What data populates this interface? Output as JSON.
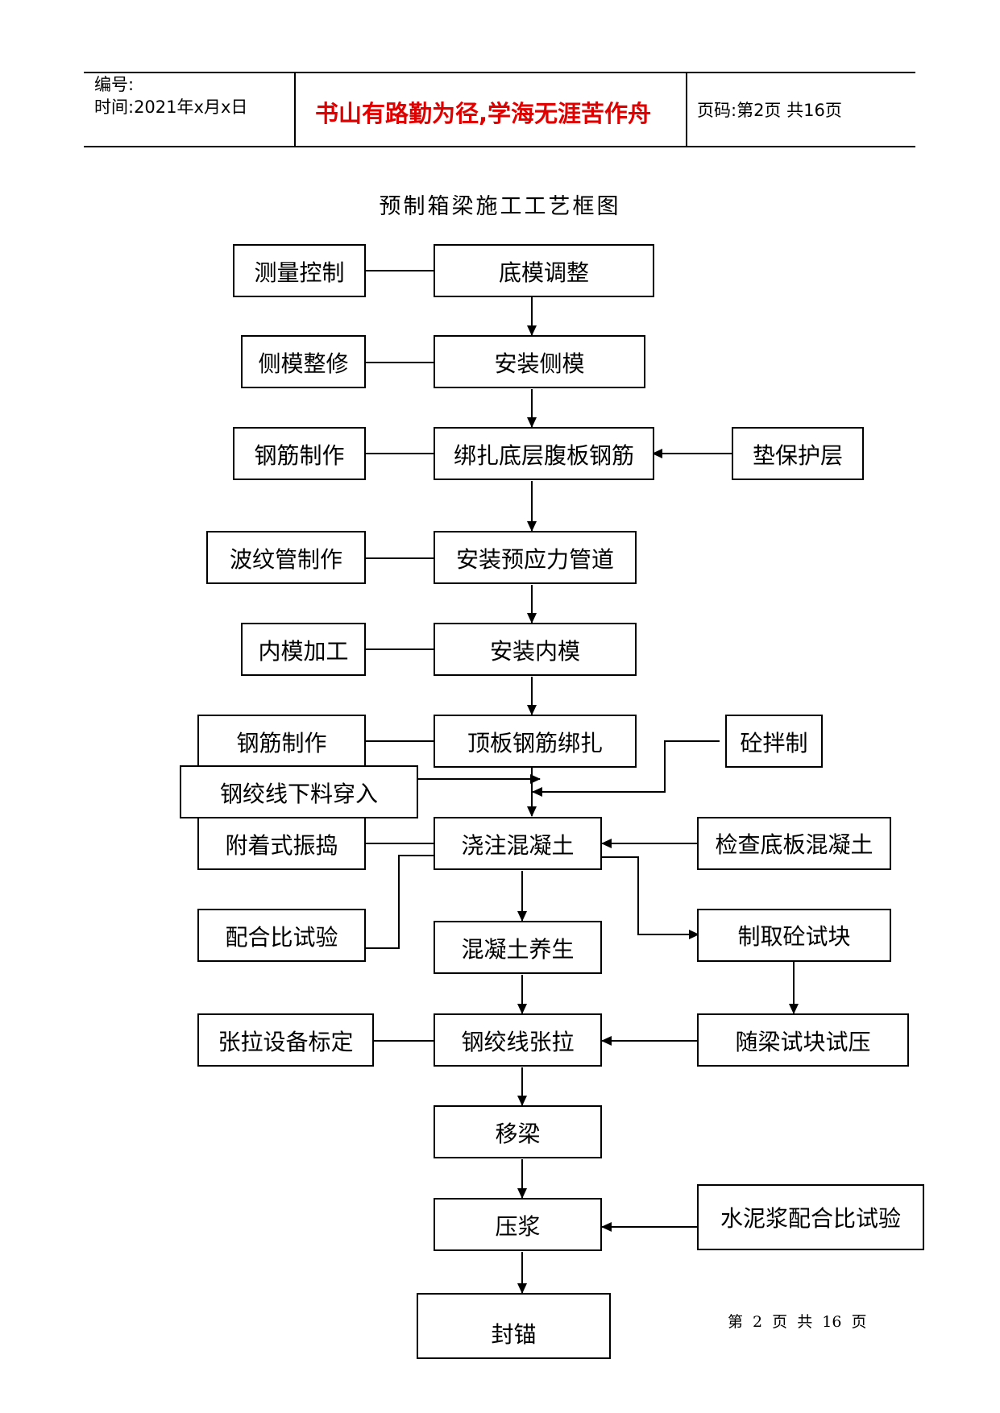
{
  "header": {
    "number_label": "编号:",
    "time_label": "时间:2021年x月x日",
    "motto": "书山有路勤为径,学海无涯苦作舟",
    "page_info": "页码:第2页 共16页"
  },
  "title": "预制箱梁施工工艺框图",
  "nodes": {
    "measure_control": "测量控制",
    "bottom_form_adjust": "底模调整",
    "side_form_repair": "侧模整修",
    "install_side_form": "安装侧模",
    "rebar_make_1": "钢筋制作",
    "bind_bottom_rebar": "绑扎底层腹板钢筋",
    "pad_cover": "垫保护层",
    "corrugated_pipe": "波纹管制作",
    "install_duct": "安装预应力管道",
    "inner_form_process": "内模加工",
    "install_inner_form": "安装内模",
    "rebar_make_2": "钢筋制作",
    "top_rebar_bind": "顶板钢筋绑扎",
    "concrete_mix": "砼拌制",
    "strand_cut": "钢绞线下料穿入",
    "attached_vibrate": "附着式振捣",
    "pour_concrete": "浇注混凝土",
    "check_bottom_concrete": "检查底板混凝土",
    "mix_ratio_test": "配合比试验",
    "concrete_curing": "混凝土养生",
    "make_test_block": "制取砼试块",
    "tension_calib": "张拉设备标定",
    "strand_tension": "钢绞线张拉",
    "block_press": "随梁试块试压",
    "move_beam": "移梁",
    "grouting": "压浆",
    "grout_mix_test": "水泥浆配合比试验",
    "anchor_seal": "封锚"
  },
  "footer": "第 2 页 共 16 页"
}
